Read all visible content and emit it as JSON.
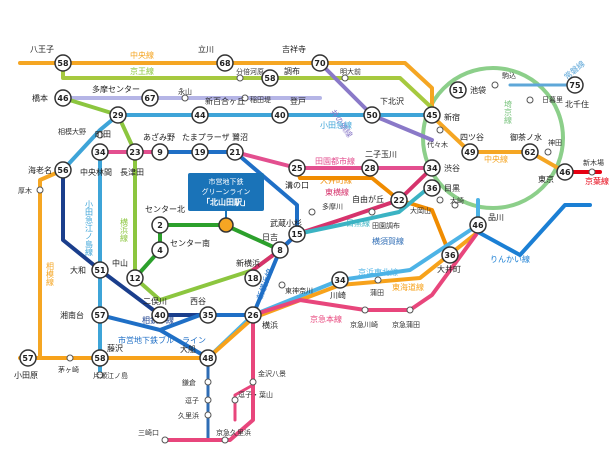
{
  "colors": {
    "chuo": "#f5a623",
    "keio": "#8cc63f",
    "odakyu": "#3ea4d8",
    "inokashira": "#8a79c8",
    "denentoshi": "#e34f8f",
    "toyoko": "#d6336c",
    "oimachi": "#f08c00",
    "meguro": "#3bb3c3",
    "yokohama": "#7dc242",
    "sotetsu": "#1a3e8c",
    "blue_line": "#1f6fc6",
    "green_line": "#2ca02c",
    "yamanote": "#7bc47f",
    "keikyu": "#e8467c",
    "tokaido": "#f7a21b",
    "keihin": "#4db3e6",
    "yokosuka": "#2f6db5",
    "shinjuku": "#6cbf3d",
    "rinkai": "#1b7fd4",
    "keiyo": "#e60012",
    "yokohama_subway": "#1e88e5",
    "time_stroke": "#333333",
    "time_fill": "#ffffff",
    "label_blue": "#1a73b8",
    "destination": "#f5a623"
  },
  "callout": {
    "line1": "市営地下鉄",
    "line2": "グリーンライン",
    "line3": "「北山田駅」"
  },
  "line_labels": {
    "chuo_w": "中央線",
    "chuo_e": "中央線",
    "keio": "京王線",
    "inokashira": "井の頭線",
    "odakyu": "小田急線",
    "denentoshi": "田園都市線",
    "oimachi": "大井町線",
    "toyoko": "東横線",
    "meguro": "目黒線",
    "keihin": "京浜東北線",
    "tokaido": "東海道線",
    "yokosuka": "横須賀線",
    "yokohama": "横浜線",
    "sagami": "相模線",
    "odakyu_enoshima": "小田急江ノ島線",
    "keikyu": "京急本線",
    "sotetsu": "相鉄本線",
    "blue_line": "市営地下鉄ブルーライン",
    "rinkai": "りんかい線",
    "keiyo": "京葉線",
    "joban": "常磐線",
    "saikyo": "埼京線",
    "shonan": "新横浜線"
  },
  "stations": {
    "hachioji": "八王子",
    "tachikawa": "立川",
    "kichijoji": "吉祥寺",
    "bunbaigawara": "分倍河原",
    "chofu": "調布",
    "meidaimae": "明大前",
    "tamacenter": "多摩センター",
    "inagi": "稲田堤",
    "hashimoto": "橋本",
    "nagayama": "永山",
    "shinyurigaoka": "新百合ヶ丘",
    "noborito": "登戸",
    "shimokitazawa": "下北沢",
    "shinjuku": "新宿",
    "ikebukuro": "池袋",
    "komagome": "駒込",
    "nippori": "日暮里",
    "kitasenju": "北千住",
    "yoyogi": "代々木",
    "yotsuya": "四ツ谷",
    "ochanomizu": "御茶ノ水",
    "kanda": "神田",
    "tokyo": "東京",
    "shinkiba": "新木場",
    "sagamiono": "相模大野",
    "machida": "町田",
    "azamino": "あざみ野",
    "tamaplaza": "たまプラーザ",
    "saginuma": "鷺沼",
    "futakotamagawa": "二子玉川",
    "shibuya": "渋谷",
    "meguro": "目黒",
    "ebina": "海老名",
    "chuorinkan": "中央林間",
    "nagatsuta": "長津田",
    "centerkita": "センター北",
    "mizonokuchi": "溝の口",
    "jiyugaoka": "自由が丘",
    "oookayama": "大岡山",
    "den_chofu": "田園調布",
    "osaki": "大崎",
    "shinagawa": "品川",
    "atsugi": "厚木",
    "centerminami": "センター南",
    "musashikosugi": "武蔵小杉",
    "hiyoshi": "日吉",
    "tamagawa": "多摩川",
    "oimachi": "大井町",
    "yamato": "大和",
    "nakayama": "中山",
    "shinyokohama": "新横浜",
    "kawasaki": "川崎",
    "higashikanagawa": "東神奈川",
    "kamata": "蒲田",
    "shonandai": "湘南台",
    "futamatagawa": "二俣川",
    "nishiya": "西谷",
    "yokohama": "横浜",
    "keikyukamata": "京急蒲田",
    "keikyukawasaki": "京急川崎",
    "fujisawa": "藤沢",
    "ofuna": "大船",
    "odawara": "小田原",
    "chigasaki": "茅ヶ崎",
    "katasenoshima": "片瀬江ノ島",
    "kamakura": "鎌倉",
    "zushi": "逗子",
    "kanazawahakkei": "金沢八景",
    "zushihayama": "逗子・葉山",
    "kurihama": "久里浜",
    "misakiguchi": "三崎口",
    "keikyukurihama": "京急久里浜"
  },
  "times": {
    "hachioji": "58",
    "tachikawa": "68",
    "kichijoji": "70",
    "chofu": "58",
    "tamacenter": "67",
    "hashimoto": "46",
    "shinyurigaoka": "44",
    "noborito": "40",
    "shimokitazawa": "50",
    "shinjuku": "45",
    "ikebukuro": "51",
    "kitasenju": "75",
    "yotsuya": "49",
    "ochanomizu": "62",
    "tokyo": "46",
    "sagamiono": "29",
    "machida": "34",
    "nagatsuta": "23",
    "azamino": "9",
    "tamaplaza": "19",
    "saginuma": "21",
    "futakotamagawa": "28",
    "shibuya": "34",
    "meguro": "36",
    "ebina": "56",
    "mizonokuchi": "25",
    "jiyugaoka": "22",
    "centerkita": "2",
    "centerminami": "4",
    "hiyoshi": "8",
    "musashikosugi": "15",
    "shinagawa": "46",
    "oimachi": "36",
    "yamato": "51",
    "nakayama": "12",
    "shinyokohama": "18",
    "kawasaki": "34",
    "shonandai": "57",
    "futamatagawa": "40",
    "nishiya": "35",
    "yokohama": "26",
    "fujisawa": "58",
    "ofuna": "48",
    "odawara": "57"
  }
}
